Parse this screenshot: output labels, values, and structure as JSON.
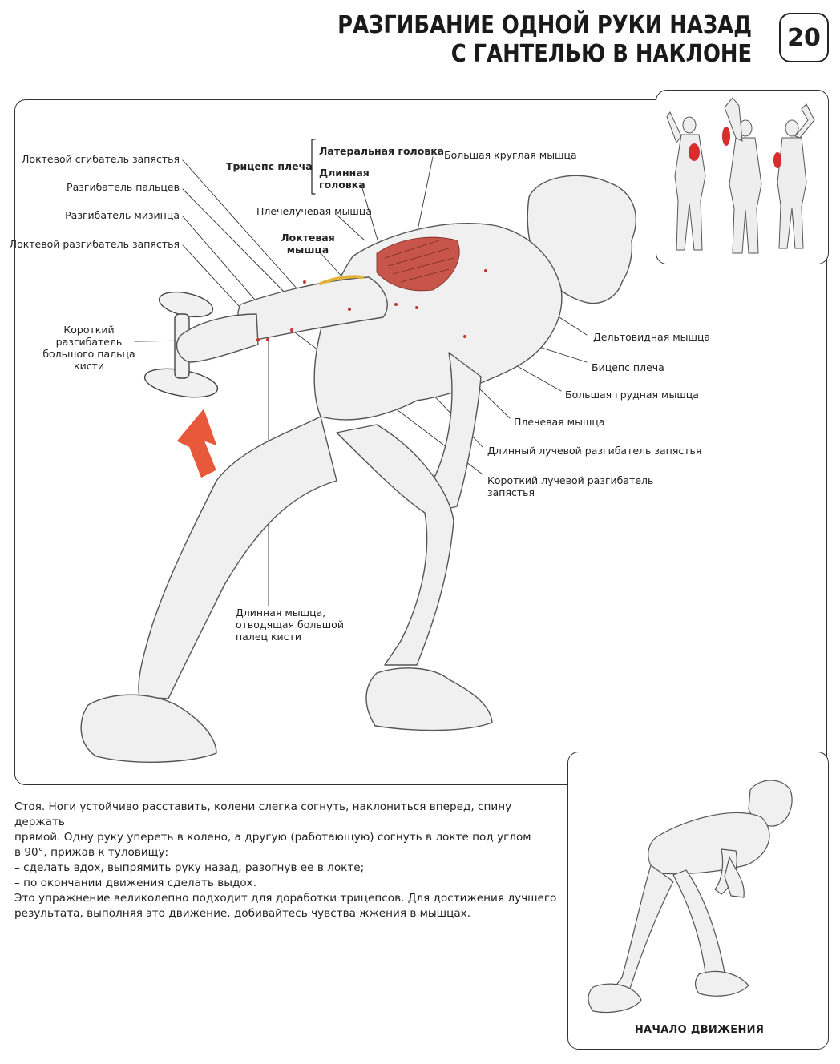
{
  "title": {
    "line1": "РАЗГИБАНИЕ ОДНОЙ РУКИ НАЗАД",
    "line2": "С ГАНТЕЛЬЮ В НАКЛОНЕ"
  },
  "exercise_number": "20",
  "labels": {
    "ulnar_flexor": "Локтевой сгибатель запястья",
    "finger_extensor": "Разгибатель пальцев",
    "little_finger_extensor": "Разгибатель мизинца",
    "ulnar_extensor": "Локтевой разгибатель запястья",
    "thumb_short_extensor": [
      "Короткий",
      "разгибатель",
      "большого пальца",
      "кисти"
    ],
    "triceps": "Трицепс плеча",
    "lateral_head": "Латеральная головка",
    "long_head": [
      "Длинная",
      "головка"
    ],
    "teres_major": "Большая круглая мышца",
    "brachioradialis": "Плечелучевая мышца",
    "anconeus": [
      "Локтевая",
      "мышца"
    ],
    "deltoid": "Дельтовидная мышца",
    "biceps": "Бицепс плеча",
    "pectoralis": "Большая грудная мышца",
    "brachialis": "Плечевая мышца",
    "long_radial_extensor": "Длинный лучевой разгибатель запястья",
    "short_radial_extensor": [
      "Короткий лучевой разгибатель",
      "запястья"
    ],
    "thumb_long_abductor": [
      "Длинная мышца,",
      "отводящая большой",
      "палец кисти"
    ]
  },
  "description": [
    "Стоя. Ноги устойчиво расставить, колени слегка согнуть, наклониться вперед, спину держать",
    "прямой. Одну руку упереть в колено, а другую (работающую) согнуть в локте под углом",
    "в 90°, прижав к туловищу:",
    "–  сделать вдох, выпрямить руку назад, разогнув ее в локте;",
    "–  по окончании движения сделать выдох.",
    "Это упражнение великолепно подходит для доработки трицепсов. Для достижения лучшего",
    "результата, выполняя это движение, добивайтесь чувства жжения в мышцах."
  ],
  "start_caption": "НАЧАЛО ДВИЖЕНИЯ",
  "colors": {
    "muscle_highlight": "#c0392b",
    "arrow": "#e8583a",
    "ink": "#222222"
  }
}
